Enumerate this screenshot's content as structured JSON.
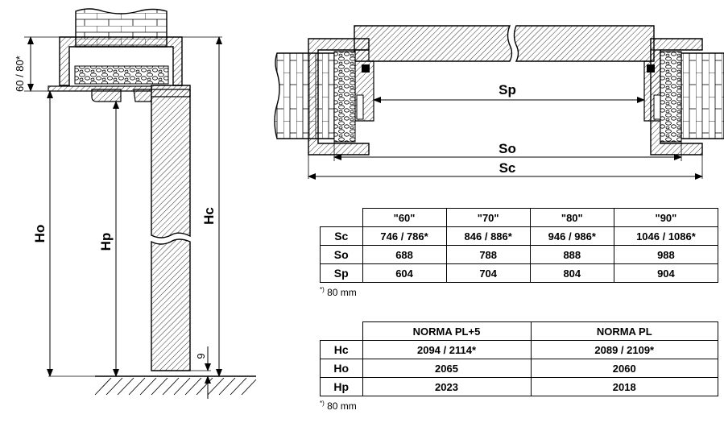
{
  "labels": {
    "frame_depth": "60 / 80*",
    "Ho": "Ho",
    "Hp": "Hp",
    "Hc": "Hc",
    "gap": "9",
    "Sp": "Sp",
    "So": "So",
    "Sc": "Sc"
  },
  "width_table": {
    "headers": [
      "\"60\"",
      "\"70\"",
      "\"80\"",
      "\"90\""
    ],
    "rows": [
      {
        "label": "Sc",
        "values": [
          "746 / 786*",
          "846 / 886*",
          "946 / 986*",
          "1046 / 1086*"
        ]
      },
      {
        "label": "So",
        "values": [
          "688",
          "788",
          "888",
          "988"
        ]
      },
      {
        "label": "Sp",
        "values": [
          "604",
          "704",
          "804",
          "904"
        ]
      }
    ],
    "note_mark": "*)",
    "note_text": "80 mm"
  },
  "height_table": {
    "headers": [
      "NORMA PL+5",
      "NORMA PL"
    ],
    "rows": [
      {
        "label": "Hc",
        "values": [
          "2094 / 2114*",
          "2089 / 2109*"
        ]
      },
      {
        "label": "Ho",
        "values": [
          "2065",
          "2060"
        ]
      },
      {
        "label": "Hp",
        "values": [
          "2023",
          "2018"
        ]
      }
    ],
    "note_mark": "*)",
    "note_text": "80 mm"
  }
}
